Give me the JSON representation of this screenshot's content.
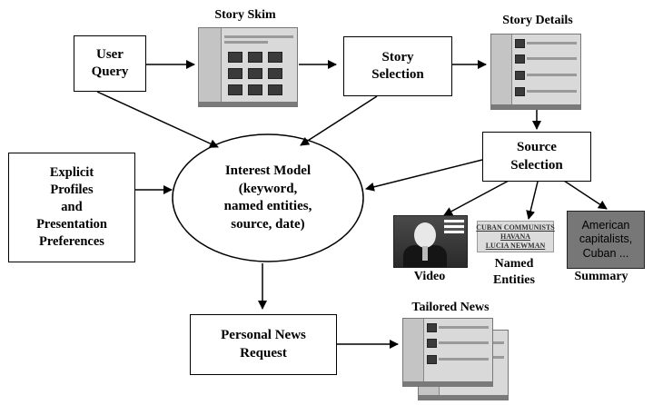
{
  "nodes": {
    "user_query": "User\nQuery",
    "story_selection": "Story\nSelection",
    "source_selection": "Source\nSelection",
    "explicit_profiles": "Explicit\nProfiles\nand\nPresentation\nPreferences",
    "interest_model": "Interest Model\n(keyword,\nnamed entities,\nsource, date)",
    "personal_news_request": "Personal News\nRequest"
  },
  "labels": {
    "story_skim": "Story Skim",
    "story_details": "Story Details",
    "tailored_news": "Tailored News",
    "video": "Video",
    "named_entities": "Named\nEntities",
    "summary": "Summary"
  },
  "named_entities_list": [
    "CUBAN COMMUNISTS",
    "HAVANA",
    "LUCIA NEWMAN"
  ],
  "summary_text": "American\ncapitalists,\nCuban ..."
}
